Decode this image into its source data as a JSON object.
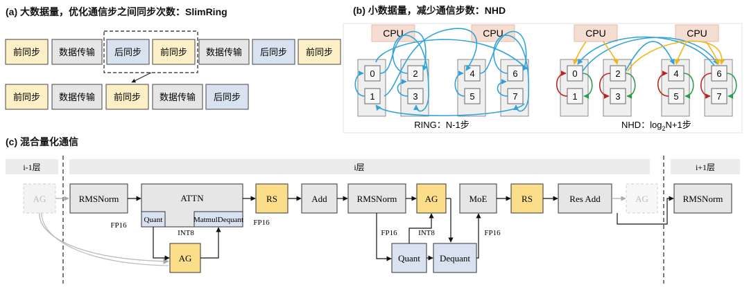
{
  "colors": {
    "yellow": "#fdf0c6",
    "gray": "#e6e6e6",
    "blue": "#d9e2f1",
    "cpu": "#f6ddd2",
    "gold": "#fbdd8a",
    "arrow_blue": "#2ea3dc",
    "arrow_orange": "#f2b619",
    "arrow_red": "#c0221f",
    "arrow_green": "#2a9d48"
  },
  "panel_a": {
    "title": "(a) 大数据量，优化通信步之间同步次数：SlimRing",
    "row1": [
      "前同步",
      "数据传输",
      "后同步",
      "前同步",
      "数据传输",
      "后同步",
      "前同步"
    ],
    "row2": [
      "前同步",
      "数据传输",
      "前同步",
      "数据传输",
      "后同步"
    ]
  },
  "panel_b": {
    "title": "(b) 小数据量，减少通信步数：NHD",
    "cpu_label": "CPU",
    "nodes": [
      "0",
      "1",
      "2",
      "3",
      "4",
      "5",
      "6",
      "7"
    ],
    "ring_caption": "RING：N-1步",
    "nhd_caption_pre": "NHD：log",
    "nhd_caption_sub": "2",
    "nhd_caption_post": "N+1步"
  },
  "panel_c": {
    "title": "(c) 混合量化通信",
    "layer_prev": "i-1层",
    "layer_cur": "i层",
    "layer_next": "i+1层",
    "ag_faded_1": "AG",
    "rmsnorm_1": "RMSNorm",
    "attn": "ATTN",
    "quant_small": "Quant",
    "matmul_dequant": "MatmulDequant",
    "fp16_1": "FP16",
    "int8_1": "INT8",
    "fp16_2": "FP16",
    "ag_1": "AG",
    "rs_1": "RS",
    "add": "Add",
    "rmsnorm_2": "RMSNorm",
    "fp16_3": "FP16",
    "ag_2": "AG",
    "int8_2": "INT8",
    "quant": "Quant",
    "dequant": "Dequant",
    "moe": "MoE",
    "fp16_4": "FP16",
    "rs_2": "RS",
    "res_add": "Res Add",
    "ag_faded_2": "AG",
    "rmsnorm_3": "RMSNorm"
  }
}
